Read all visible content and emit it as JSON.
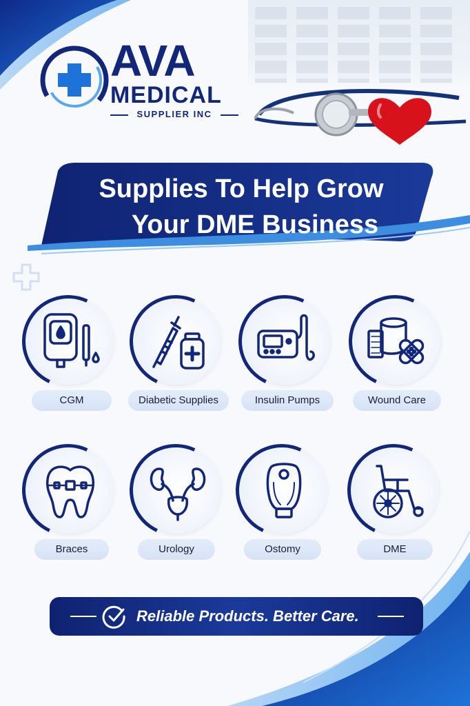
{
  "brand": {
    "name_top": "AVA",
    "name_middle": "MEDICAL",
    "name_bottom": "SUPPLIER INC",
    "primary_color": "#12277a",
    "accent_color": "#1e73d8"
  },
  "headline": {
    "line1": "Supplies To Help Grow",
    "line2": "Your DME Business"
  },
  "categories": [
    {
      "label": "CGM",
      "icon": "glucose-meter-icon"
    },
    {
      "label": "Diabetic Supplies",
      "icon": "syringe-vial-icon"
    },
    {
      "label": "Insulin Pumps",
      "icon": "insulin-pump-icon"
    },
    {
      "label": "Wound Care",
      "icon": "bandage-icon"
    },
    {
      "label": "Braces",
      "icon": "tooth-braces-icon"
    },
    {
      "label": "Urology",
      "icon": "urinary-system-icon"
    },
    {
      "label": "Ostomy",
      "icon": "ostomy-bag-icon"
    },
    {
      "label": "DME",
      "icon": "wheelchair-icon"
    }
  ],
  "tagline": "Reliable Products. Better Care."
}
